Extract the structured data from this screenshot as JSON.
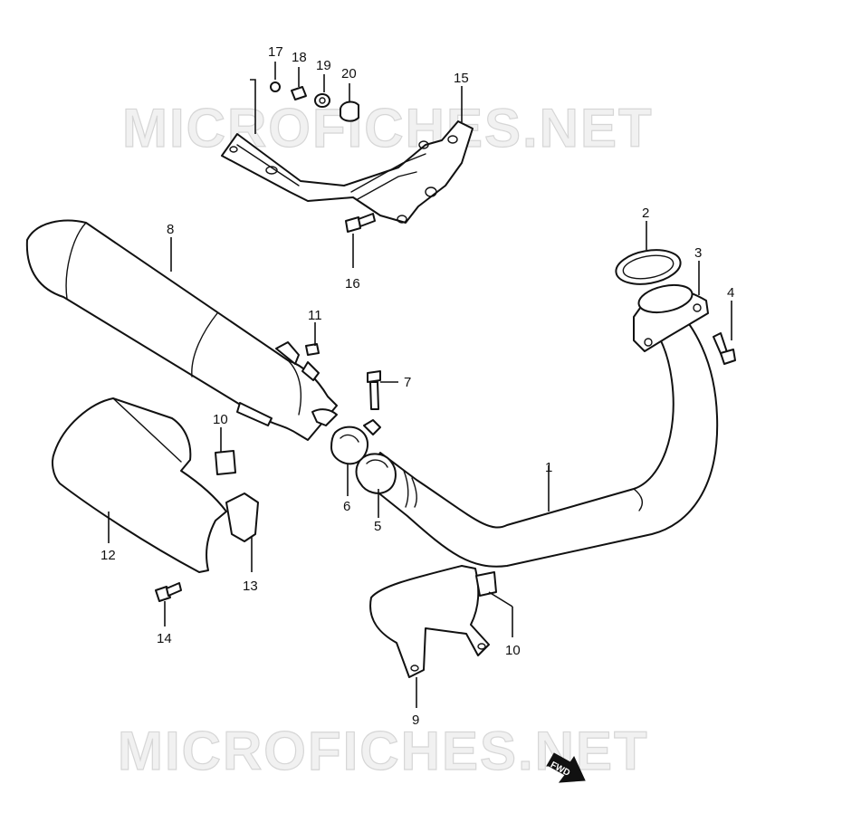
{
  "watermark": "MICROFICHES.NET",
  "fwd_label": "FWD",
  "callouts": [
    {
      "id": "17",
      "label": "17"
    },
    {
      "id": "18",
      "label": "18"
    },
    {
      "id": "19",
      "label": "19"
    },
    {
      "id": "20",
      "label": "20"
    },
    {
      "id": "15",
      "label": "15"
    },
    {
      "id": "16",
      "label": "16"
    },
    {
      "id": "8",
      "label": "8"
    },
    {
      "id": "2",
      "label": "2"
    },
    {
      "id": "3",
      "label": "3"
    },
    {
      "id": "4",
      "label": "4"
    },
    {
      "id": "11",
      "label": "11"
    },
    {
      "id": "7",
      "label": "7"
    },
    {
      "id": "10a",
      "label": "10"
    },
    {
      "id": "1",
      "label": "1"
    },
    {
      "id": "6",
      "label": "6"
    },
    {
      "id": "5",
      "label": "5"
    },
    {
      "id": "12",
      "label": "12"
    },
    {
      "id": "13",
      "label": "13"
    },
    {
      "id": "14",
      "label": "14"
    },
    {
      "id": "10b",
      "label": "10"
    },
    {
      "id": "9",
      "label": "9"
    }
  ]
}
